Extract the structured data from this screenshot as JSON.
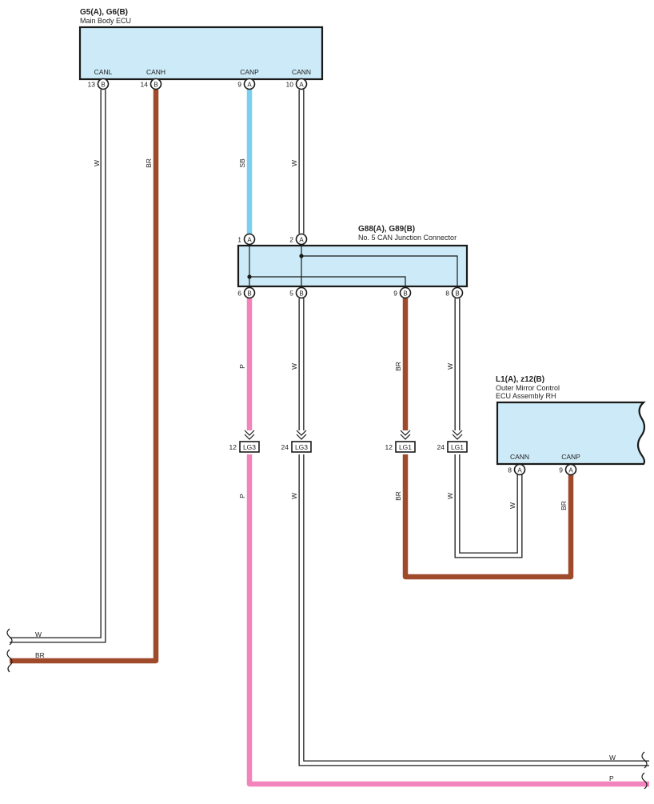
{
  "colors": {
    "ecu_fill": "#cceaf7",
    "wire_BR": "#a04a2c",
    "wire_SB": "#7ccfee",
    "wire_P": "#f283bb",
    "wire_W": "#ffffff",
    "outline": "#1a1a1a"
  },
  "main_ecu": {
    "code": "G5(A), G6(B)",
    "name": "Main Body ECU",
    "pins": [
      {
        "signal": "CANL",
        "number": "13",
        "connector": "B"
      },
      {
        "signal": "CANH",
        "number": "14",
        "connector": "B"
      },
      {
        "signal": "CANP",
        "number": "9",
        "connector": "A"
      },
      {
        "signal": "CANN",
        "number": "10",
        "connector": "A"
      }
    ]
  },
  "junction": {
    "code": "G88(A), G89(B)",
    "name": "No. 5 CAN Junction Connector",
    "pins_top": [
      {
        "number": "1",
        "connector": "A"
      },
      {
        "number": "2",
        "connector": "A"
      }
    ],
    "pins_bottom": [
      {
        "number": "6",
        "connector": "B"
      },
      {
        "number": "5",
        "connector": "B"
      },
      {
        "number": "9",
        "connector": "B"
      },
      {
        "number": "8",
        "connector": "B"
      }
    ]
  },
  "mirror_ecu": {
    "code": "L1(A), z12(B)",
    "name_line1": "Outer Mirror Control",
    "name_line2": "ECU Assembly RH",
    "pins": [
      {
        "signal": "CANN",
        "number": "8",
        "connector": "A"
      },
      {
        "signal": "CANP",
        "number": "9",
        "connector": "A"
      }
    ]
  },
  "inline_connectors": [
    {
      "pin": "12",
      "label": "LG3"
    },
    {
      "pin": "24",
      "label": "LG3"
    },
    {
      "pin": "12",
      "label": "LG1"
    },
    {
      "pin": "24",
      "label": "LG1"
    }
  ],
  "wire_labels": {
    "canl_upper": "W",
    "canh_upper": "BR",
    "canp_upper": "SB",
    "cann_upper": "W",
    "j6_mid": "P",
    "j5_mid": "W",
    "j9_mid": "BR",
    "j8_mid": "W",
    "j6_low": "P",
    "j5_low": "W",
    "j9_low": "BR",
    "j8_low": "W",
    "mirror_cann": "W",
    "mirror_canp": "BR",
    "left_w": "W",
    "left_br": "BR",
    "right_w": "W",
    "right_p": "P"
  }
}
